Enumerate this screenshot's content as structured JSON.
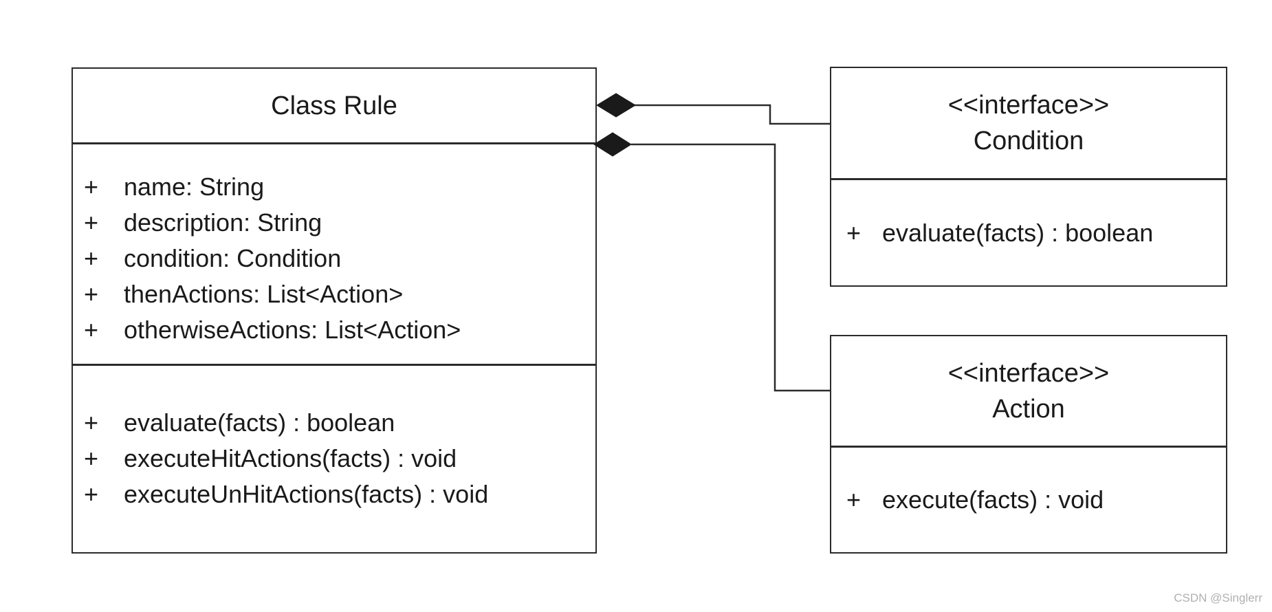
{
  "diagram": {
    "rule_class": {
      "title": "Class Rule",
      "attributes": [
        {
          "vis": "+",
          "text": "name: String"
        },
        {
          "vis": "+",
          "text": "description: String"
        },
        {
          "vis": "+",
          "text": "condition: Condition"
        },
        {
          "vis": "+",
          "text": "thenActions: List<Action>"
        },
        {
          "vis": "+",
          "text": "otherwiseActions: List<Action>"
        }
      ],
      "methods": [
        {
          "vis": "+",
          "text": "evaluate(facts) : boolean"
        },
        {
          "vis": "+",
          "text": "executeHitActions(facts) : void"
        },
        {
          "vis": "+",
          "text": "executeUnHitActions(facts) : void"
        }
      ]
    },
    "condition_interface": {
      "stereotype": "<<interface>>",
      "name": "Condition",
      "methods": [
        {
          "vis": "+",
          "text": "evaluate(facts) : boolean"
        }
      ]
    },
    "action_interface": {
      "stereotype": "<<interface>>",
      "name": "Action",
      "methods": [
        {
          "vis": "+",
          "text": "execute(facts) : void"
        }
      ]
    },
    "relationships": [
      {
        "type": "composition",
        "from": "Class Rule",
        "to": "Condition"
      },
      {
        "type": "composition",
        "from": "Class Rule",
        "to": "Action"
      }
    ]
  },
  "watermark": {
    "text": "CSDN @Singlerr"
  },
  "colors": {
    "background": "#ffffff",
    "stroke": "#2b2b2b",
    "text": "#1a1a1a",
    "diamond_fill": "#1a1a1a",
    "watermark": "#b0b0b0"
  }
}
